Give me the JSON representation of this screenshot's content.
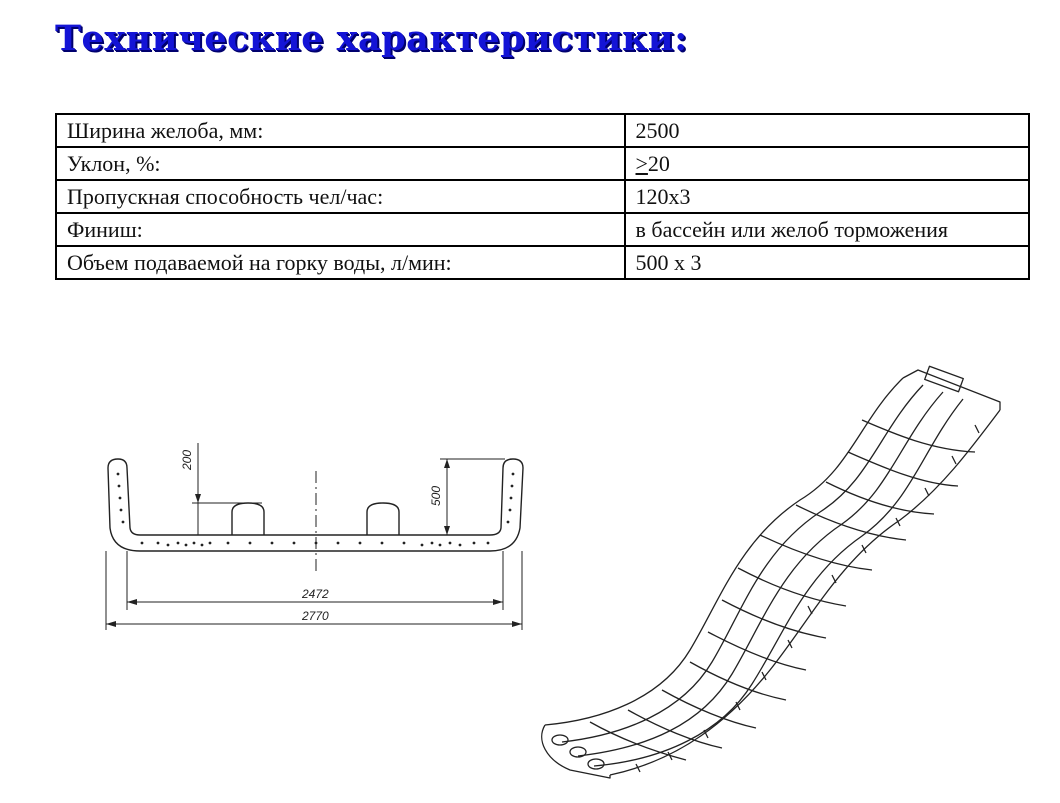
{
  "title": "Технические характеристики:",
  "specs": [
    {
      "label": "Ширина желоба, мм:",
      "value": "2500"
    },
    {
      "label": "Уклон, %:",
      "value_prefix": ">",
      "value": "20"
    },
    {
      "label": "Пропускная способность чел/час:",
      "value": "120х3"
    },
    {
      "label": "Финиш:",
      "value": "в бассейн или желоб торможения"
    },
    {
      "label": "Объем подаваемой на горку воды, л/мин:",
      "value": "500 х 3"
    }
  ],
  "drawing": {
    "dim_200": "200",
    "dim_500": "500",
    "dim_2472": "2472",
    "dim_2770": "2770"
  }
}
